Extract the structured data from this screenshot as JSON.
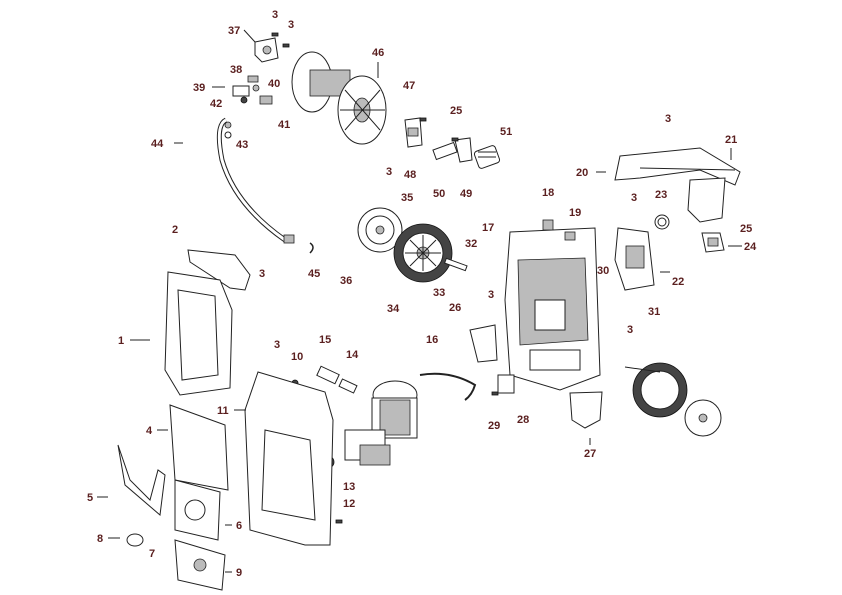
{
  "diagram": {
    "callout_color": "#5a1f1f",
    "callouts": [
      {
        "id": "c3a",
        "text": "3"
      },
      {
        "id": "c3b",
        "text": "3"
      },
      {
        "id": "c37",
        "text": "37"
      },
      {
        "id": "c46",
        "text": "46"
      },
      {
        "id": "c38",
        "text": "38"
      },
      {
        "id": "c39",
        "text": "39"
      },
      {
        "id": "c40",
        "text": "40"
      },
      {
        "id": "c42",
        "text": "42"
      },
      {
        "id": "c41",
        "text": "41"
      },
      {
        "id": "c47",
        "text": "47"
      },
      {
        "id": "c25a",
        "text": "25"
      },
      {
        "id": "c51",
        "text": "51"
      },
      {
        "id": "c44",
        "text": "44"
      },
      {
        "id": "c43",
        "text": "43"
      },
      {
        "id": "c3c",
        "text": "3"
      },
      {
        "id": "c48",
        "text": "48"
      },
      {
        "id": "c50",
        "text": "50"
      },
      {
        "id": "c49",
        "text": "49"
      },
      {
        "id": "c3d",
        "text": "3"
      },
      {
        "id": "c21",
        "text": "21"
      },
      {
        "id": "c20",
        "text": "20"
      },
      {
        "id": "c3e",
        "text": "3"
      },
      {
        "id": "c23",
        "text": "23"
      },
      {
        "id": "c25b",
        "text": "25"
      },
      {
        "id": "c24",
        "text": "24"
      },
      {
        "id": "c18",
        "text": "18"
      },
      {
        "id": "c19",
        "text": "19"
      },
      {
        "id": "c17",
        "text": "17"
      },
      {
        "id": "c35",
        "text": "35"
      },
      {
        "id": "c2",
        "text": "2"
      },
      {
        "id": "c3f",
        "text": "3"
      },
      {
        "id": "c32",
        "text": "32"
      },
      {
        "id": "c45",
        "text": "45"
      },
      {
        "id": "c36",
        "text": "36"
      },
      {
        "id": "c33",
        "text": "33"
      },
      {
        "id": "c34",
        "text": "34"
      },
      {
        "id": "c30",
        "text": "30"
      },
      {
        "id": "c22",
        "text": "22"
      },
      {
        "id": "c31",
        "text": "31"
      },
      {
        "id": "c3g",
        "text": "3"
      },
      {
        "id": "c26",
        "text": "26"
      },
      {
        "id": "c1",
        "text": "1"
      },
      {
        "id": "c3h",
        "text": "3"
      },
      {
        "id": "c15",
        "text": "15"
      },
      {
        "id": "c10",
        "text": "10"
      },
      {
        "id": "c14",
        "text": "14"
      },
      {
        "id": "c16",
        "text": "16"
      },
      {
        "id": "c3i",
        "text": "3"
      },
      {
        "id": "c11",
        "text": "11"
      },
      {
        "id": "c4",
        "text": "4"
      },
      {
        "id": "c29",
        "text": "29"
      },
      {
        "id": "c28",
        "text": "28"
      },
      {
        "id": "c27",
        "text": "27"
      },
      {
        "id": "c13",
        "text": "13"
      },
      {
        "id": "c5",
        "text": "5"
      },
      {
        "id": "c12",
        "text": "12"
      },
      {
        "id": "c6",
        "text": "6"
      },
      {
        "id": "c7",
        "text": "7"
      },
      {
        "id": "c8",
        "text": "8"
      },
      {
        "id": "c9",
        "text": "9"
      }
    ]
  }
}
